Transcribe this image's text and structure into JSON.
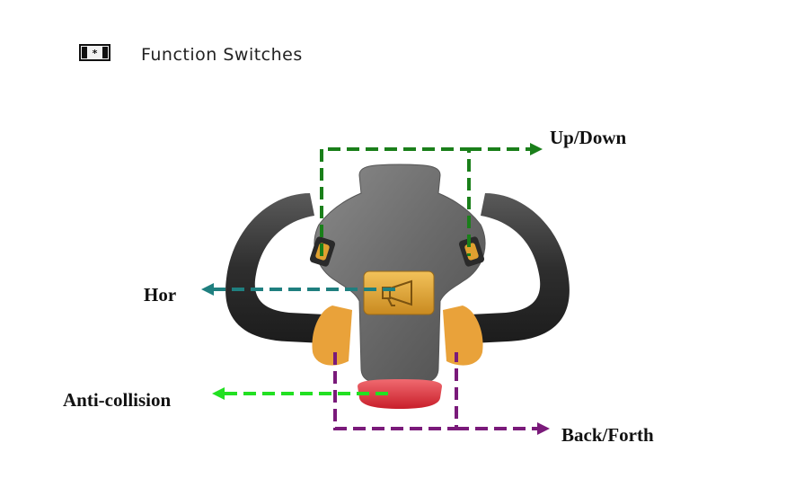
{
  "header": {
    "title": "Function Switches",
    "icon": "switch-icon"
  },
  "callouts": {
    "up_down": "Up/Down",
    "hor": "Hor",
    "anti_collision": "Anti-collision",
    "back_forth": "Back/Forth"
  },
  "colors": {
    "up_down": "#1a7f1a",
    "hor": "#1f7f7f",
    "anti_collision": "#22e022",
    "back_forth": "#7a1a7a",
    "horn_button": "#d9a53a",
    "stop_button": "#e0323a",
    "grip": "#3a3a3a",
    "body": "#6c6c6c",
    "side_switch": "#e8a030"
  },
  "icons": [
    "switch-icon",
    "horn-icon"
  ]
}
